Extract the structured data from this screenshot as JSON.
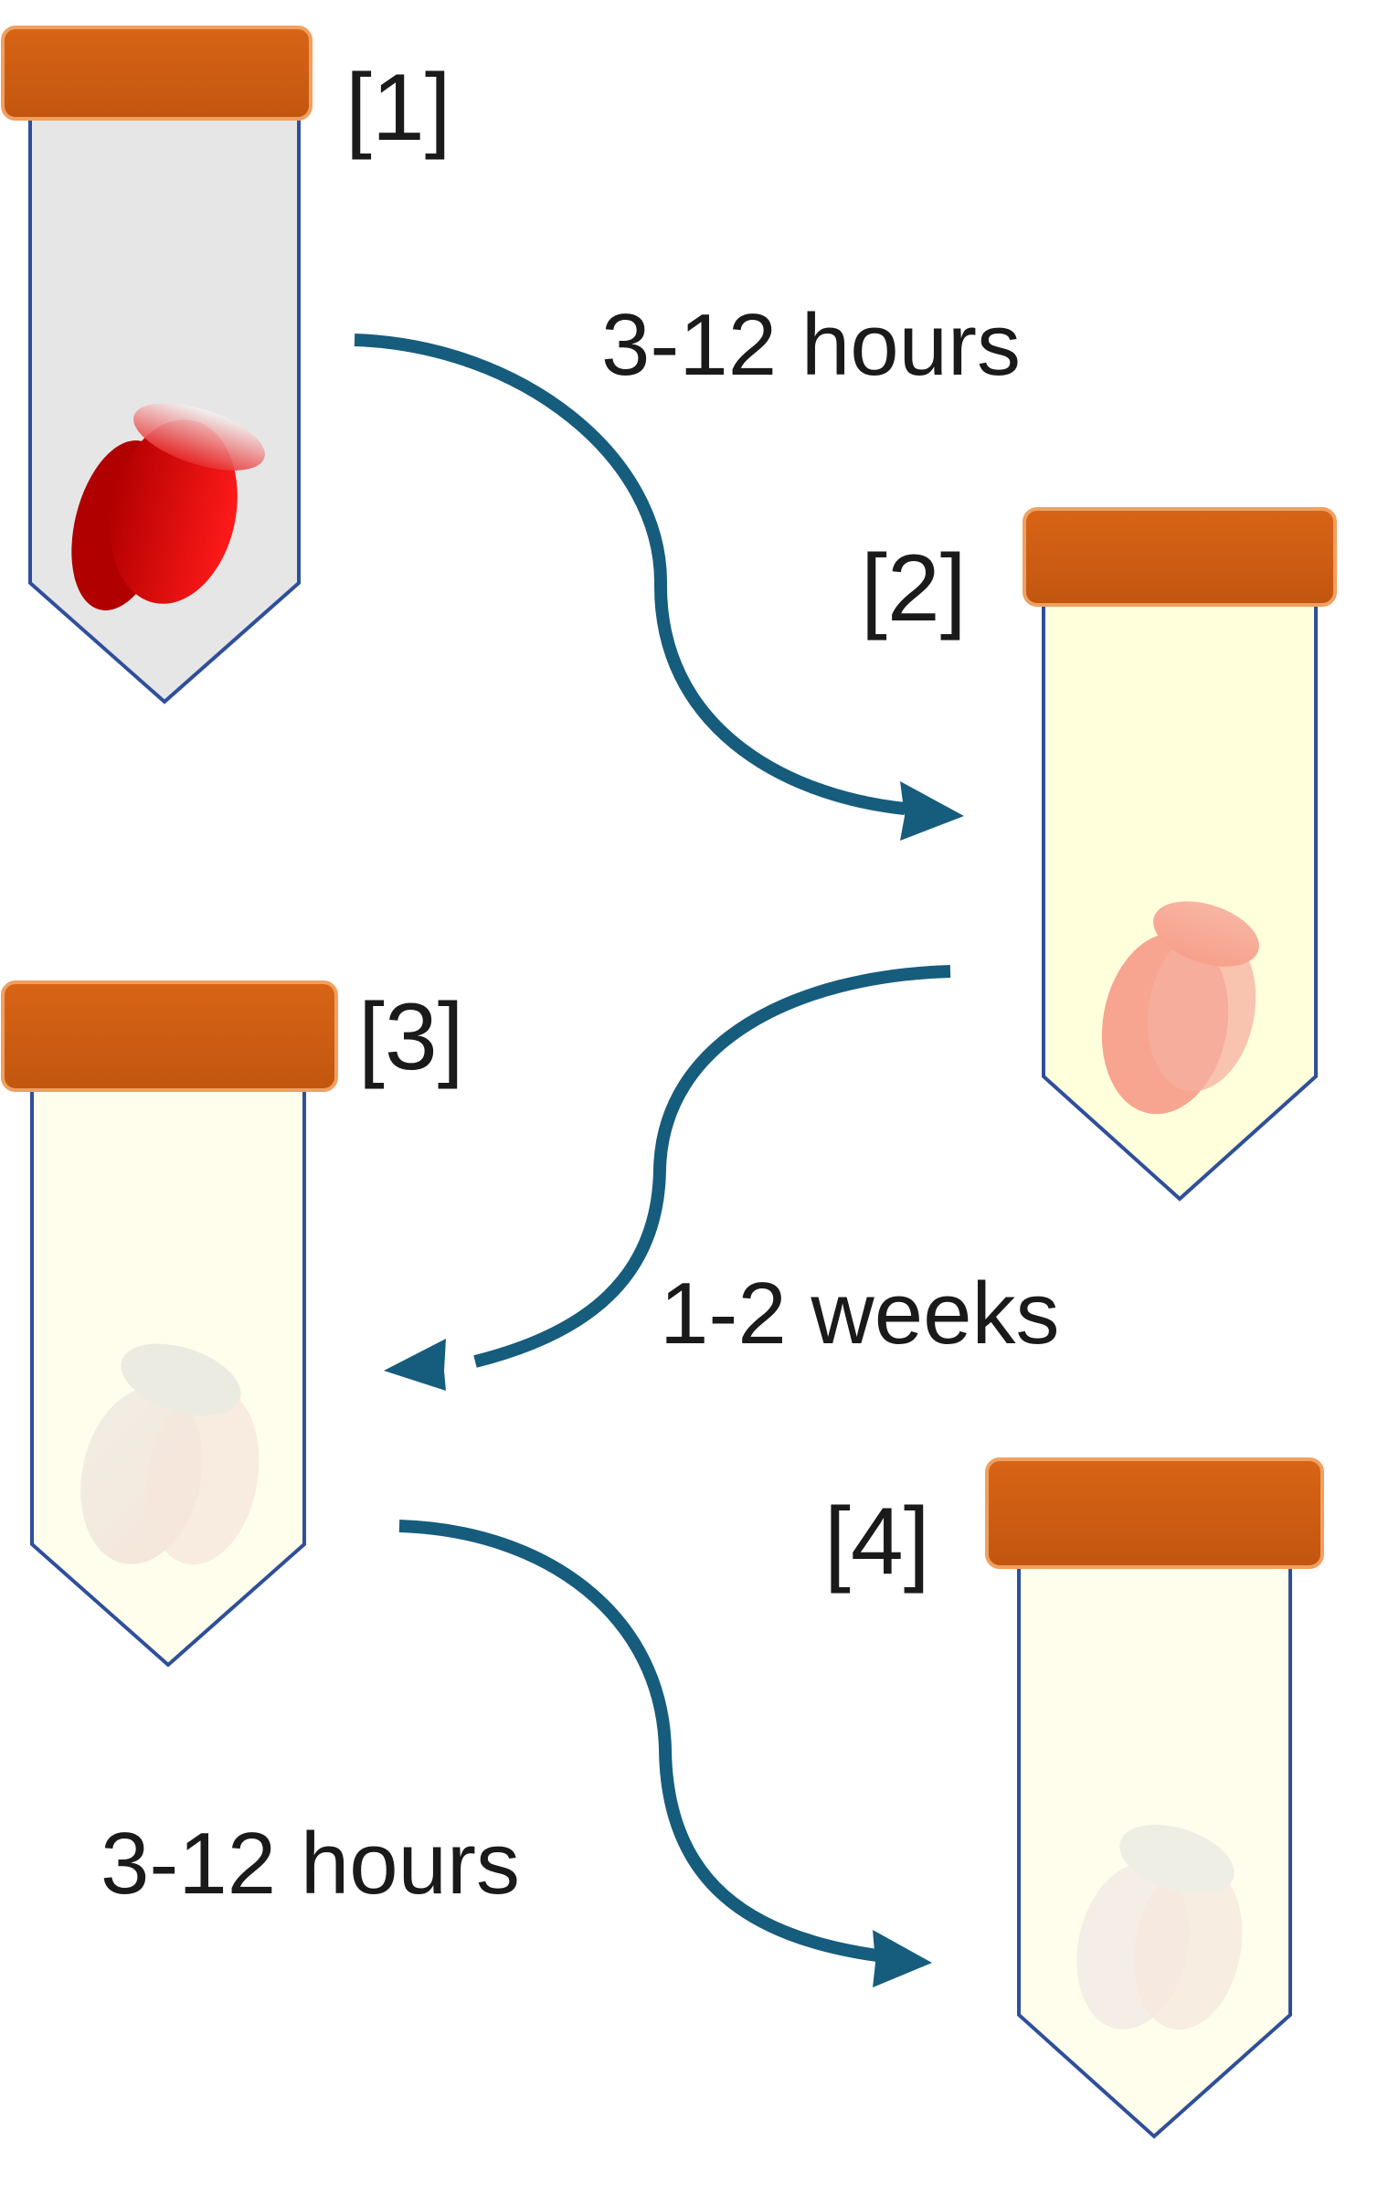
{
  "tubes": [
    {
      "label": "[1]",
      "liquid_color": "#e6e6e6",
      "sample_color": "#e01010"
    },
    {
      "label": "[2]",
      "liquid_color": "#ffffdc",
      "sample_color": "#f7a08e"
    },
    {
      "label": "[3]",
      "liquid_color": "#fffdec",
      "sample_color": "#efe6df"
    },
    {
      "label": "[4]",
      "liquid_color": "#fffdec",
      "sample_color": "#f2ebe4"
    }
  ],
  "steps": [
    {
      "label": "3-12 hours"
    },
    {
      "label": "1-2 weeks"
    },
    {
      "label": "3-12 hours"
    }
  ],
  "colors": {
    "cap": "#c95a12",
    "tube_outline": "#2f4f9a",
    "arrow": "#165c7d"
  }
}
